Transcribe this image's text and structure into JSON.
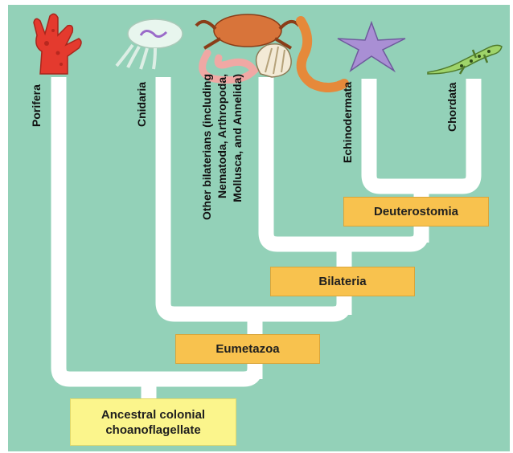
{
  "taxa": {
    "porifera": "Porifera",
    "cnidaria": "Cnidaria",
    "other_bilaterians": [
      "Other bilaterians (including",
      "Nematoda, Arthropoda,",
      "Mollusca, and Annelida)"
    ],
    "echinodermata": "Echinodermata",
    "chordata": "Chordata"
  },
  "clades": {
    "deuterostomia": "Deuterostomia",
    "bilateria": "Bilateria",
    "eumetazoa": "Eumetazoa"
  },
  "root": [
    "Ancestral colonial",
    "choanoflagellate"
  ],
  "icons": [
    "sponge-icon",
    "jellyfish-icon",
    "crab-worm-snail-icon",
    "sea-star-icon",
    "salamander-icon"
  ],
  "colors": {
    "background": "#93d1b8",
    "branches": "#ffffff",
    "clade_box": "#f8c24e",
    "root_box": "#fbf58c"
  }
}
